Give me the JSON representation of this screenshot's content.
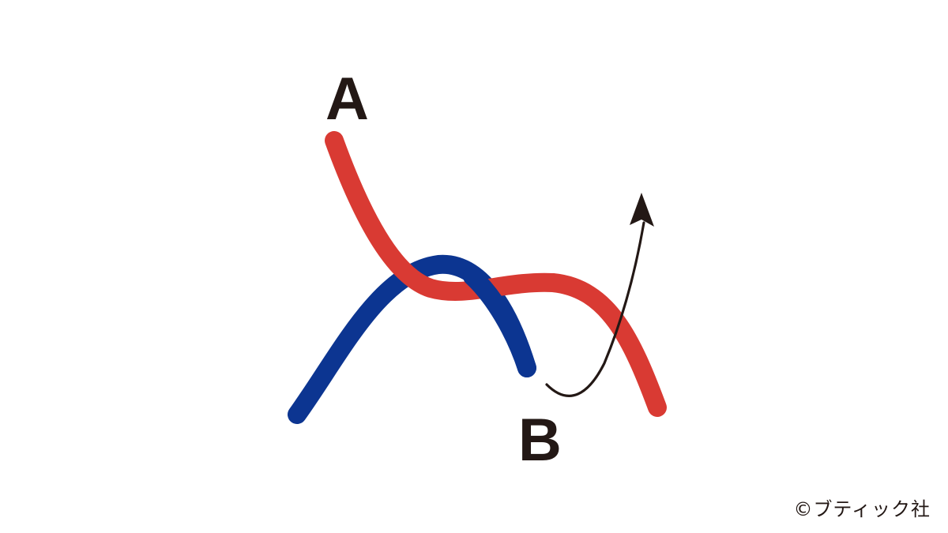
{
  "labels": {
    "a": "A",
    "b": "B"
  },
  "credit": {
    "copyright_symbol": "©",
    "publisher": "ブティック社"
  },
  "colors": {
    "red_cord": "#d93a33",
    "blue_cord": "#0c3591",
    "arrow": "#231815",
    "text": "#231815",
    "background": "#ffffff"
  }
}
